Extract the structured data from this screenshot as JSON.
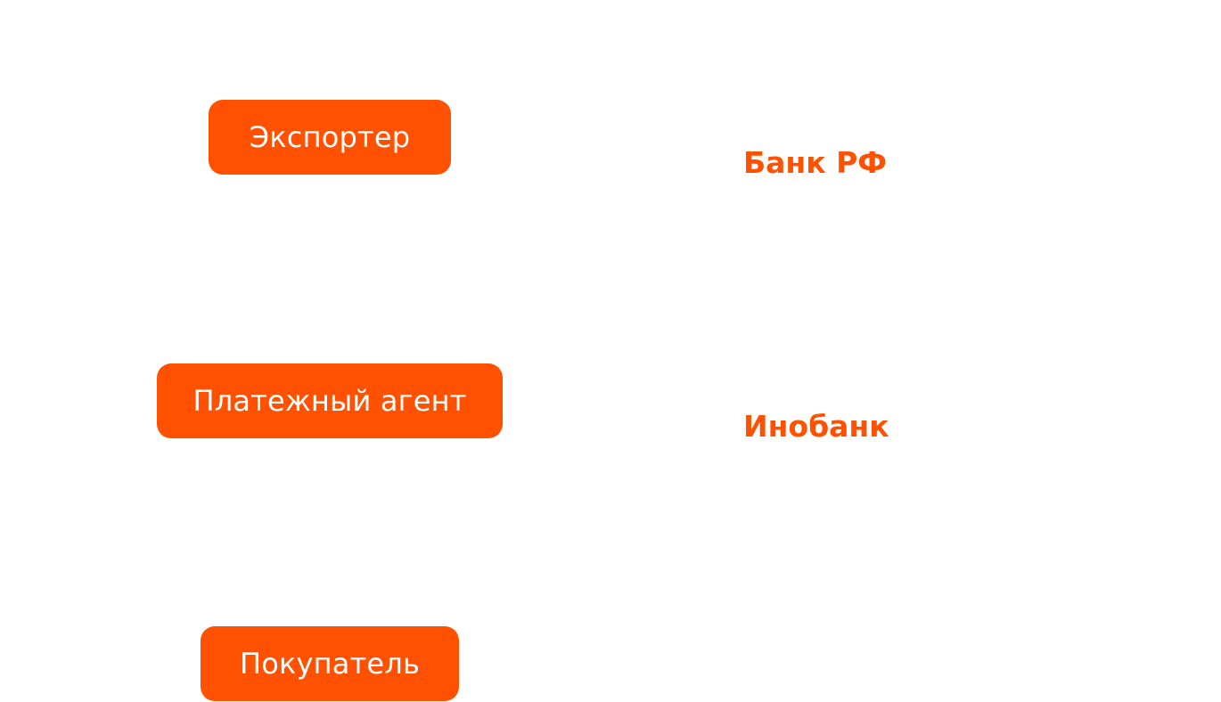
{
  "colors": {
    "accent": "#FF5100",
    "background": "#FFFFFF",
    "node_text": "#FFFFFF"
  },
  "nodes": {
    "exporter": "Экспортер",
    "payment_agent": "Платежный агент",
    "buyer": "Покупатель"
  },
  "banks": {
    "russian_bank": "Банк РФ",
    "foreign_bank": "Инобанк"
  }
}
